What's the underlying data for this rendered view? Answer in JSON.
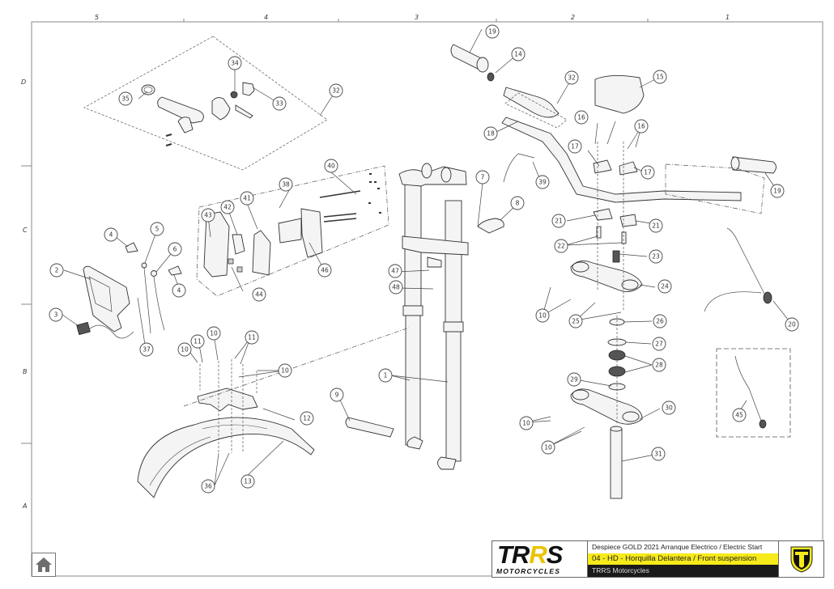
{
  "sheet": {
    "column_zones": [
      "5",
      "4",
      "3",
      "2",
      "1"
    ],
    "row_zones": [
      "D",
      "C",
      "B",
      "A"
    ]
  },
  "title_block": {
    "logo_text_main_1": "TR",
    "logo_text_main_y": "R",
    "logo_text_main_2": "S",
    "logo_subtext": "MOTORCYCLES",
    "line1": "Despiece GOLD 2021 Arranque Electrico / Electric Start",
    "line2": "04 - HD - Horquilla Delantera / Front suspension",
    "line3": "TRRS Motorcycles",
    "emblem": "trrs-shield-emblem",
    "colors": {
      "highlight": "#f7ea1a",
      "dark": "#1a1a1a",
      "logo_accent": "#e8c400"
    }
  },
  "navigation": {
    "home_icon": "home-icon"
  },
  "callouts": {
    "c1": "1",
    "c2": "2",
    "c3": "3",
    "c4a": "4",
    "c4b": "4",
    "c5": "5",
    "c6": "6",
    "c7": "7",
    "c8": "8",
    "c9": "9",
    "c10a": "10",
    "c10b": "10",
    "c10c": "10",
    "c10d": "10",
    "c10e": "10",
    "c10f": "10",
    "c11a": "11",
    "c11b": "11",
    "c12": "12",
    "c13": "13",
    "c14": "14",
    "c15": "15",
    "c16a": "16",
    "c16b": "16",
    "c17a": "17",
    "c17b": "17",
    "c18": "18",
    "c19a": "19",
    "c19b": "19",
    "c20": "20",
    "c21a": "21",
    "c21b": "21",
    "c22": "22",
    "c23": "23",
    "c24": "24",
    "c25": "25",
    "c26": "26",
    "c27": "27",
    "c28": "28",
    "c29": "29",
    "c30": "30",
    "c31": "31",
    "c32a": "32",
    "c32b": "32",
    "c33": "33",
    "c34": "34",
    "c35": "35",
    "c36": "36",
    "c37": "37",
    "c38": "38",
    "c39": "39",
    "c40": "40",
    "c41": "41",
    "c42": "42",
    "c43": "43",
    "c44": "44",
    "c45": "45",
    "c46": "46",
    "c47": "47",
    "c48": "48"
  }
}
